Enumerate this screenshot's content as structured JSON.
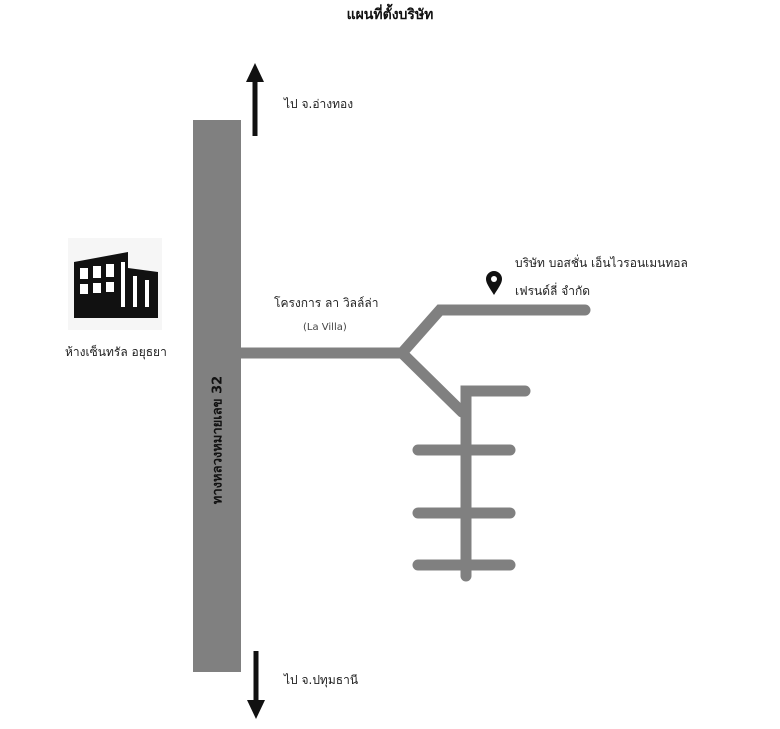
{
  "map": {
    "title": "แผนที่ตั้งบริษัท",
    "north_direction": "ไป จ.อ่างทอง",
    "south_direction": "ไป จ.ปทุมธานี",
    "highway_label": "ทางหลวงหมายเลข 32",
    "landmark_mall": "ห้างเซ็นทรัล อยุธยา",
    "project_name": "โครงการ ลา วิลล์ล่า",
    "project_name_en": "(La Villa)",
    "company_line1": "บริษัท บอสชั่น เอ็นไวรอนเมนทอล",
    "company_line2": "เฟรนด์ลี่ จำกัด",
    "colors": {
      "road": "#808080",
      "arrow": "#111111",
      "building": "#111111",
      "text": "#222222"
    }
  }
}
